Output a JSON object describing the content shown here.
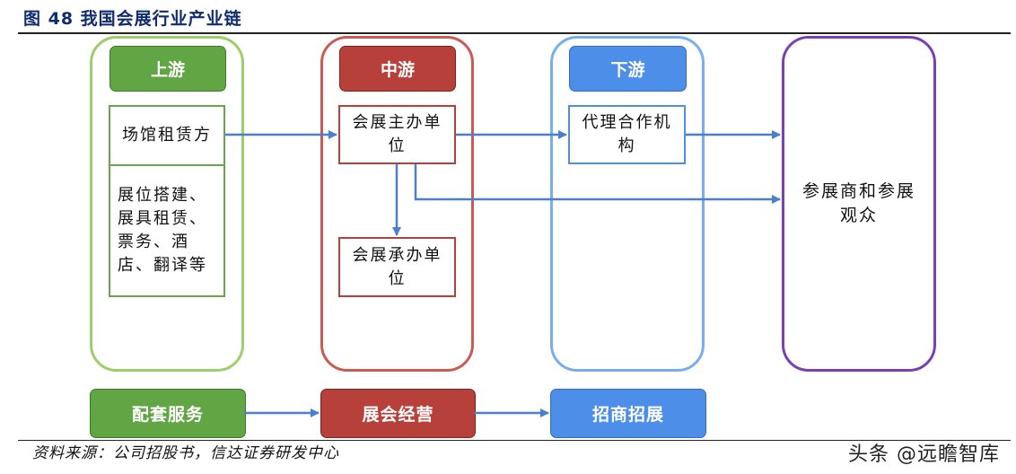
{
  "title": "图 48  我国会展行业产业链",
  "columns": {
    "upstream": {
      "header": "上游",
      "box_venue": "场馆租赁方",
      "box_services": "展位搭建、展具租赁、票务、酒店、翻译等"
    },
    "midstream": {
      "header": "中游",
      "box_organizer": "会展主办单位",
      "box_contractor": "会展承办单位"
    },
    "downstream": {
      "header": "下游",
      "box_agency": "代理合作机构"
    },
    "audience": {
      "text": "参展商和参展观众"
    }
  },
  "footer_flow": {
    "support": "配套服务",
    "operation": "展会经营",
    "recruitment": "招商招展"
  },
  "source": "资料来源：公司招股书，信达证券研发中心",
  "watermark": "头条 @远瞻智库",
  "colors": {
    "green": "#62a545",
    "red": "#b8403a",
    "blue": "#4d8ee8",
    "purple": "#7a3fb0",
    "arrow": "#4a7fd0"
  }
}
